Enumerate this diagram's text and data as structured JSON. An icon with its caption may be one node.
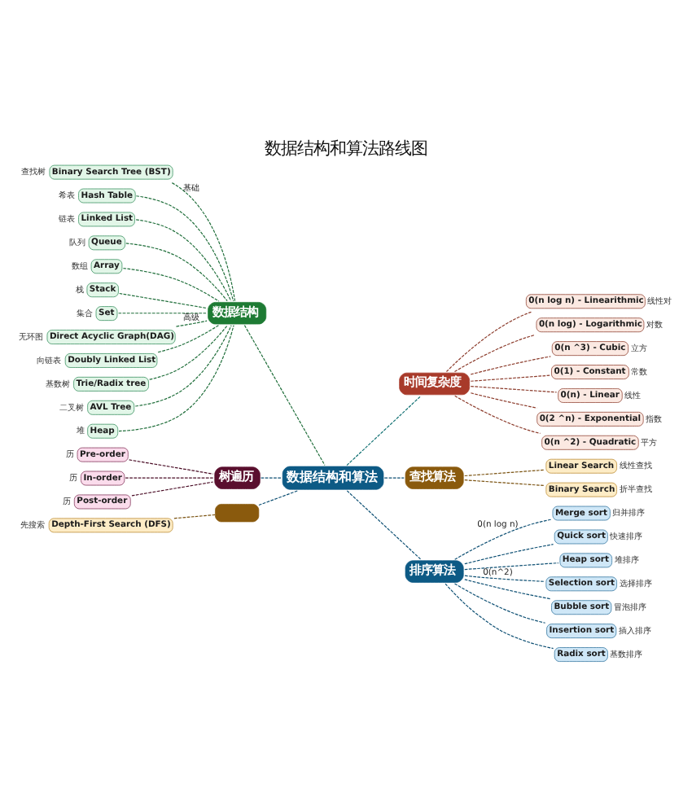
{
  "diagram": {
    "title": "数据结构和算法路线图",
    "nodes": [
      {
        "text": [
          "数据结构和算法"
        ]
      },
      {
        "text": [
          "数据结构"
        ]
      },
      {
        "text": [
          "时间复杂度"
        ]
      },
      {
        "text": [
          "查找算法"
        ]
      },
      {
        "text": [
          "树遍历"
        ]
      },
      {
        "text": [
          "排序算法"
        ]
      },
      {
        "text": [
          "Binary Search Tree (BST)"
        ],
        "beside": [
          "查找树"
        ]
      },
      {
        "text": [
          "Hash Table"
        ],
        "beside": [
          "希表"
        ]
      },
      {
        "text": [
          "Linked List"
        ],
        "beside": [
          "链表"
        ]
      },
      {
        "text": [
          "Queue"
        ],
        "beside": [
          "队列"
        ]
      },
      {
        "text": [
          "Array"
        ],
        "beside": [
          "数组"
        ]
      },
      {
        "text": [
          "Stack"
        ],
        "beside": [
          "栈"
        ]
      },
      {
        "text": [
          "Set"
        ],
        "beside": [
          "集合"
        ]
      },
      {
        "text": [
          "Direct Acyclic Graph(DAG)"
        ],
        "beside": [
          "无环图"
        ]
      },
      {
        "text": [
          "Doubly Linked List"
        ],
        "beside": [
          "向链表"
        ]
      },
      {
        "text": [
          "Trie/Radix tree"
        ],
        "beside": [
          "基数树"
        ]
      },
      {
        "text": [
          "AVL Tree"
        ],
        "beside": [
          "二叉树"
        ]
      },
      {
        "text": [
          "Heap"
        ],
        "beside": [
          "堆"
        ]
      },
      {
        "text": [
          "0(n log n) - Linearithmic"
        ],
        "beside": [
          "线性对"
        ]
      },
      {
        "text": [
          "0(n log) - Logarithmic"
        ],
        "beside": [
          "对数"
        ]
      },
      {
        "text": [
          "0(n ^3) - Cubic"
        ],
        "beside": [
          "立方"
        ]
      },
      {
        "text": [
          "0(1) - Constant"
        ],
        "beside": [
          "常数"
        ]
      },
      {
        "text": [
          "0(n) - Linear"
        ],
        "beside": [
          "线性"
        ]
      },
      {
        "text": [
          "0(2 ^n) - Exponential"
        ],
        "beside": [
          "指数"
        ]
      },
      {
        "text": [
          "0(n ^2) - Quadratic"
        ],
        "beside": [
          "平方"
        ]
      },
      {
        "text": [
          "Linear Search"
        ],
        "beside": [
          "线性查找"
        ]
      },
      {
        "text": [
          "Binary Search"
        ],
        "beside": [
          "折半查找"
        ]
      },
      {
        "text": [
          "Pre-order"
        ],
        "beside": [
          "历"
        ]
      },
      {
        "text": [
          "In-order"
        ],
        "beside": [
          "历"
        ]
      },
      {
        "text": [
          "Post-order"
        ],
        "beside": [
          "历"
        ]
      },
      {
        "text": [
          "Merge sort"
        ],
        "beside": [
          "归并排序"
        ]
      },
      {
        "text": [
          "Quick sort"
        ],
        "beside": [
          "快速排序"
        ]
      },
      {
        "text": [
          "Heap sort"
        ],
        "beside": [
          "堆排序"
        ]
      },
      {
        "text": [
          "Selection sort"
        ],
        "beside": [
          "选择排序"
        ]
      },
      {
        "text": [
          "Bubble sort"
        ],
        "beside": [
          "冒泡排序"
        ]
      },
      {
        "text": [
          "Insertion sort"
        ],
        "beside": [
          "插入排序"
        ]
      },
      {
        "text": [
          "Radix sort"
        ],
        "beside": [
          "基数排序"
        ]
      },
      {
        "text": [
          "Depth-First Search (DFS)"
        ],
        "beside": [
          "先搜索"
        ]
      },
      {
        "text": [],
        "shape": "box"
      }
    ],
    "edges": [
      {
        "from": 1,
        "to": 0,
        "arrow": "none",
        "style": "dashed",
        "color": "#1f6e3a"
      },
      {
        "from": 6,
        "to": 1,
        "arrow": "none",
        "style": "dashed",
        "color": "#1f6e3a",
        "label": "基础"
      },
      {
        "from": 7,
        "to": 1,
        "arrow": "none",
        "style": "dashed",
        "color": "#1f6e3a"
      },
      {
        "from": 8,
        "to": 1,
        "arrow": "none",
        "style": "dashed",
        "color": "#1f6e3a"
      },
      {
        "from": 9,
        "to": 1,
        "arrow": "none",
        "style": "dashed",
        "color": "#1f6e3a"
      },
      {
        "from": 10,
        "to": 1,
        "arrow": "none",
        "style": "dashed",
        "color": "#1f6e3a"
      },
      {
        "from": 11,
        "to": 1,
        "arrow": "none",
        "style": "dashed",
        "color": "#1f6e3a"
      },
      {
        "from": 12,
        "to": 1,
        "arrow": "none",
        "style": "dashed",
        "color": "#1f6e3a"
      },
      {
        "from": 13,
        "to": 1,
        "arrow": "none",
        "style": "dashed",
        "color": "#1f6e3a",
        "label": "高级"
      },
      {
        "from": 14,
        "to": 1,
        "arrow": "none",
        "style": "dashed",
        "color": "#1f6e3a"
      },
      {
        "from": 15,
        "to": 1,
        "arrow": "none",
        "style": "dashed",
        "color": "#1f6e3a"
      },
      {
        "from": 16,
        "to": 1,
        "arrow": "none",
        "style": "dashed",
        "color": "#1f6e3a"
      },
      {
        "from": 17,
        "to": 1,
        "arrow": "none",
        "style": "dashed",
        "color": "#1f6e3a"
      },
      {
        "from": 0,
        "to": 2,
        "arrow": "none",
        "style": "dashed",
        "color": "#0d6e70"
      },
      {
        "from": 2,
        "to": 18,
        "arrow": "none",
        "style": "dashed",
        "color": "#8b3a2a"
      },
      {
        "from": 2,
        "to": 19,
        "arrow": "none",
        "style": "dashed",
        "color": "#8b3a2a"
      },
      {
        "from": 2,
        "to": 20,
        "arrow": "none",
        "style": "dashed",
        "color": "#8b3a2a"
      },
      {
        "from": 2,
        "to": 21,
        "arrow": "none",
        "style": "dashed",
        "color": "#8b3a2a"
      },
      {
        "from": 2,
        "to": 22,
        "arrow": "none",
        "style": "dashed",
        "color": "#8b3a2a"
      },
      {
        "from": 2,
        "to": 23,
        "arrow": "none",
        "style": "dashed",
        "color": "#8b3a2a"
      },
      {
        "from": 2,
        "to": 24,
        "arrow": "none",
        "style": "dashed",
        "color": "#8b3a2a"
      },
      {
        "from": 0,
        "to": 3,
        "arrow": "none",
        "style": "dashed",
        "color": "#0d4f73"
      },
      {
        "from": 3,
        "to": 25,
        "arrow": "none",
        "style": "dashed",
        "color": "#7a5210"
      },
      {
        "from": 3,
        "to": 26,
        "arrow": "none",
        "style": "dashed",
        "color": "#7a5210"
      },
      {
        "from": 4,
        "to": 0,
        "arrow": "none",
        "style": "dashed",
        "color": "#0d4f73"
      },
      {
        "from": 27,
        "to": 4,
        "arrow": "none",
        "style": "dashed",
        "color": "#4a0d26"
      },
      {
        "from": 28,
        "to": 4,
        "arrow": "none",
        "style": "dashed",
        "color": "#4a0d26"
      },
      {
        "from": 29,
        "to": 4,
        "arrow": "none",
        "style": "dashed",
        "color": "#4a0d26"
      },
      {
        "from": 0,
        "to": 5,
        "arrow": "none",
        "style": "dashed",
        "color": "#0d4f73"
      },
      {
        "from": 5,
        "to": 30,
        "arrow": "none",
        "style": "dashed",
        "color": "#0d4f73",
        "label": "0(n log n)"
      },
      {
        "from": 5,
        "to": 31,
        "arrow": "none",
        "style": "dashed",
        "color": "#0d4f73"
      },
      {
        "from": 5,
        "to": 32,
        "arrow": "none",
        "style": "dashed",
        "color": "#0d4f73"
      },
      {
        "from": 5,
        "to": 33,
        "arrow": "none",
        "style": "dashed",
        "color": "#0d4f73",
        "label": "0(n^2)"
      },
      {
        "from": 5,
        "to": 34,
        "arrow": "none",
        "style": "dashed",
        "color": "#0d4f73"
      },
      {
        "from": 5,
        "to": 35,
        "arrow": "none",
        "style": "dashed",
        "color": "#0d4f73"
      },
      {
        "from": 5,
        "to": 36,
        "arrow": "none",
        "style": "dashed",
        "color": "#0d4f73"
      },
      {
        "from": 38,
        "to": 0,
        "arrow": "none",
        "style": "dashed",
        "color": "#0d4f73"
      },
      {
        "from": 37,
        "to": 38,
        "arrow": "none",
        "style": "dashed",
        "color": "#7a5210"
      }
    ]
  }
}
